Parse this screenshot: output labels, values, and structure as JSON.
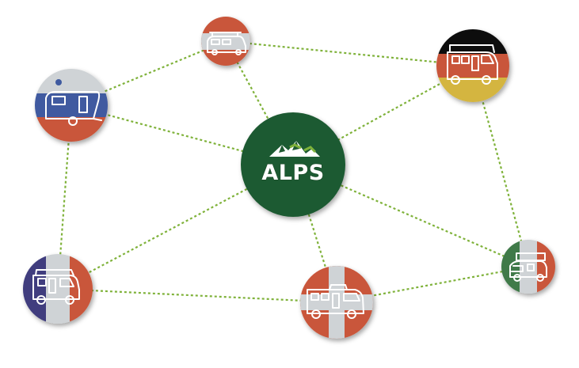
{
  "hub": {
    "label": "ALPS",
    "color": "#1f5a31"
  },
  "nodes": [
    {
      "id": "austria",
      "icon": "campervan-roofrack-icon",
      "flag_colors": [
        "#c9573a",
        "#cfd3d6",
        "#c9573a"
      ]
    },
    {
      "id": "germany",
      "icon": "motorhome-icon",
      "flag_colors": [
        "#111111",
        "#c9573a",
        "#d4b541"
      ]
    },
    {
      "id": "slovenia",
      "icon": "caravan-icon",
      "flag_colors": [
        "#cfd3d6",
        "#3f5aa0",
        "#c9573a"
      ]
    },
    {
      "id": "france",
      "icon": "motorhome-icon",
      "flag_colors": [
        "#3f3d7e",
        "#cfd3d6",
        "#c9573a"
      ]
    },
    {
      "id": "switzerland",
      "icon": "coach-motorhome-icon",
      "flag_colors": [
        "#c9573a",
        "#cfd3d6"
      ]
    },
    {
      "id": "italy",
      "icon": "van-conversion-icon",
      "flag_colors": [
        "#3f7a4a",
        "#cfd3d6",
        "#c9573a"
      ]
    }
  ],
  "edge_color": "#7fb23a"
}
